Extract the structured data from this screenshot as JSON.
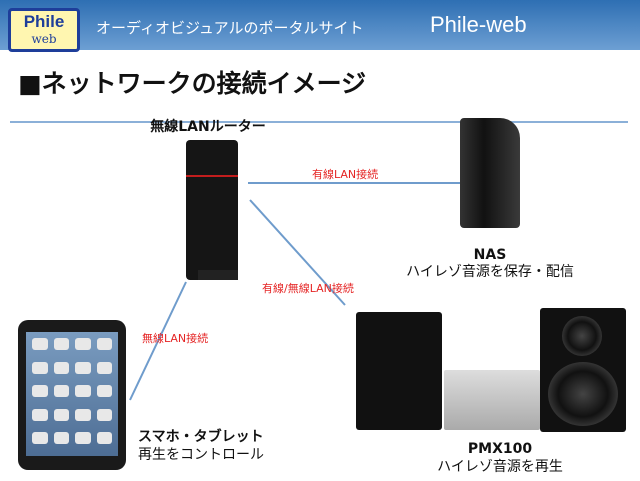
{
  "header": {
    "logo_top": "Phile",
    "logo_bottom": "web",
    "tagline": "オーディオビジュアルのポータルサイト",
    "brand": "Phile-web"
  },
  "title": "■ネットワークの接続イメージ",
  "devices": {
    "router": {
      "label": "無線LANルーター"
    },
    "nas": {
      "name": "NAS",
      "desc": "ハイレゾ音源を保存・配信"
    },
    "pmx": {
      "name": "PMX100",
      "desc": "ハイレゾ音源を再生"
    },
    "smartphone": {
      "name": "スマホ・タブレット",
      "desc": "再生をコントロール"
    }
  },
  "connections": {
    "wired": "有線LAN接続",
    "wired_wireless": "有線/無線LAN接続",
    "wireless": "無線LAN接続"
  },
  "colors": {
    "line": "#6f9ccc",
    "label": "#e52525"
  }
}
